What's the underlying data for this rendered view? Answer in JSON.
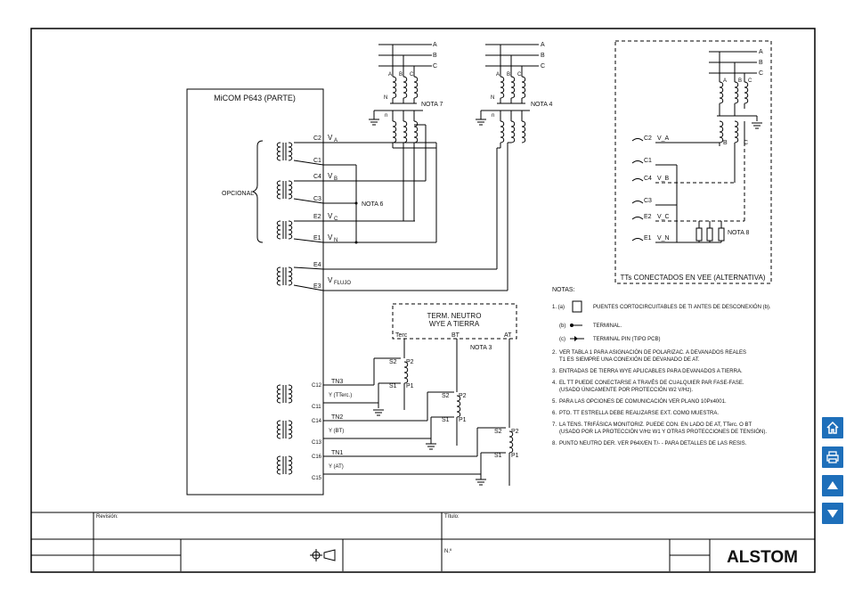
{
  "diagram": {
    "relay_title": "MiCOM P643 (PARTE)",
    "phase_labels": [
      "A",
      "B",
      "C"
    ],
    "n_label": "N",
    "n_small": "n",
    "terminals_main": [
      {
        "term": "C2",
        "sig": "V",
        "sub": "A"
      },
      {
        "term": "C1",
        "sig": "",
        "sub": ""
      },
      {
        "term": "C4",
        "sig": "V",
        "sub": "B"
      },
      {
        "term": "C3",
        "sig": "",
        "sub": ""
      },
      {
        "term": "E2",
        "sig": "V",
        "sub": "C"
      },
      {
        "term": "E1",
        "sig": "V",
        "sub": "N"
      }
    ],
    "terminals_flux": [
      {
        "term": "E4",
        "sig": "V",
        "sub": "FLUJO"
      },
      {
        "term": "E3",
        "sig": "",
        "sub": ""
      }
    ],
    "opcional": "OPCIONAL",
    "nota_7": "NOTA 7",
    "nota_4": "NOTA 4",
    "nota_6": "NOTA 6",
    "nota_3": "NOTA 3",
    "nota_8": "NOTA 8",
    "neutral_box": {
      "line1": "TERM. NEUTRO",
      "line2": "WYE A TIERRA",
      "terc": "Terc",
      "bt": "BT",
      "at": "AT"
    },
    "ct_labels": {
      "s1": "S1",
      "s2": "S2",
      "p1": "P1",
      "p2": "P2"
    },
    "tn_groups": [
      {
        "name": "TN3",
        "t_top": "C12",
        "t_bot": "C11",
        "meas": "Y (TTerc.)"
      },
      {
        "name": "TN2",
        "t_top": "C14",
        "t_bot": "C13",
        "meas": "Y (BT)"
      },
      {
        "name": "TN1",
        "t_top": "C16",
        "t_bot": "C15",
        "meas": "Y (AT)"
      }
    ],
    "vee_box_title": "TTs CONECTADOS EN VEE (ALTERNATIVA)",
    "vee_terminals": [
      "C2",
      "C1",
      "C4",
      "C3",
      "E2",
      "E1"
    ],
    "vee_signals": [
      "V_A",
      "",
      "V_B",
      "",
      "V_C",
      "V_N"
    ]
  },
  "notes": {
    "heading": "NOTAS:",
    "items": [
      {
        "num": "1. (a)",
        "text": "PUENTES CORTOCIRCUITABLES DE TI ANTES DE DESCONEXIÓN (b)."
      },
      {
        "num": "(b)",
        "text": "TERMINAL."
      },
      {
        "num": "(c)",
        "text": "TERMINAL PIN (TIPO PCB)"
      },
      {
        "num": "2.",
        "text": "VER TABLA 1 PARA ASIGNACIÓN DE POLARIZAC. A DEVANADOS REALES"
      },
      {
        "num": "",
        "text": "T1 ES SIEMPRE UNA CONEXIÓN DE DEVANADO DE AT."
      },
      {
        "num": "3.",
        "text": "ENTRADAS DE TIERRA WYE APLICABLES PARA DEVANADOS A TIERRA."
      },
      {
        "num": "4.",
        "text": "EL TT PUEDE CONECTARSE A TRAVÉS DE CUALQUIER PAR FASE-FASE."
      },
      {
        "num": "",
        "text": "(USADO ÚNICAMENTE POR PROTECCIÓN W2 V/Hz)."
      },
      {
        "num": "5.",
        "text": "PARA LAS OPCIONES DE COMUNICACIÓN VER PLANO 10Px4001."
      },
      {
        "num": "6.",
        "text": "PTO. TT ESTRELLA DEBE REALIZARSE EXT. COMO MUESTRA."
      },
      {
        "num": "7.",
        "text": "LA TENS. TRIFÁSICA MONITORIZ. PUEDE CON. EN LADO DE AT, TTerc. O BT"
      },
      {
        "num": "",
        "text": "(USADO POR LA PROTECCIÓN V/Hz W1 Y OTRAS PROTECCIONES DE TENSIÓN)."
      },
      {
        "num": "8.",
        "text": "PUNTO NEUTRO DER. VER P64X/EN T/- - PARA DETALLES DE LAS RESIS."
      }
    ]
  },
  "title_block": {
    "revision_label": "Revisión:",
    "title_label": "Título:",
    "number_label": "N.º",
    "brand": "ALSTOM"
  },
  "sidebar": [
    "home-icon",
    "print-icon",
    "arrow-up-icon",
    "arrow-down-icon"
  ]
}
